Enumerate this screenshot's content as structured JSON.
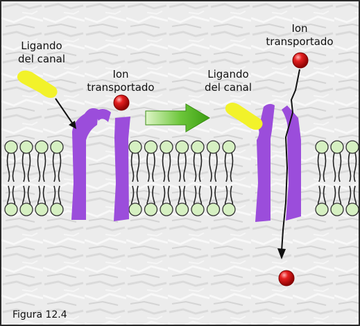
{
  "labels": {
    "ligand_left": [
      "Ligando",
      "del canal"
    ],
    "ion_left": [
      "Ion",
      "transportado"
    ],
    "ligand_right": [
      "Ligando",
      "del canal"
    ],
    "ion_right": [
      "Ion",
      "transportado"
    ]
  },
  "caption": "Figura 12.4",
  "colors": {
    "channel": "#9b4ddb",
    "ligand": "#f2f22a",
    "ion": "#d40f0f",
    "lipid_head": "#d6f0c2",
    "arrow": "#4ab51c",
    "background": "#ececec"
  }
}
